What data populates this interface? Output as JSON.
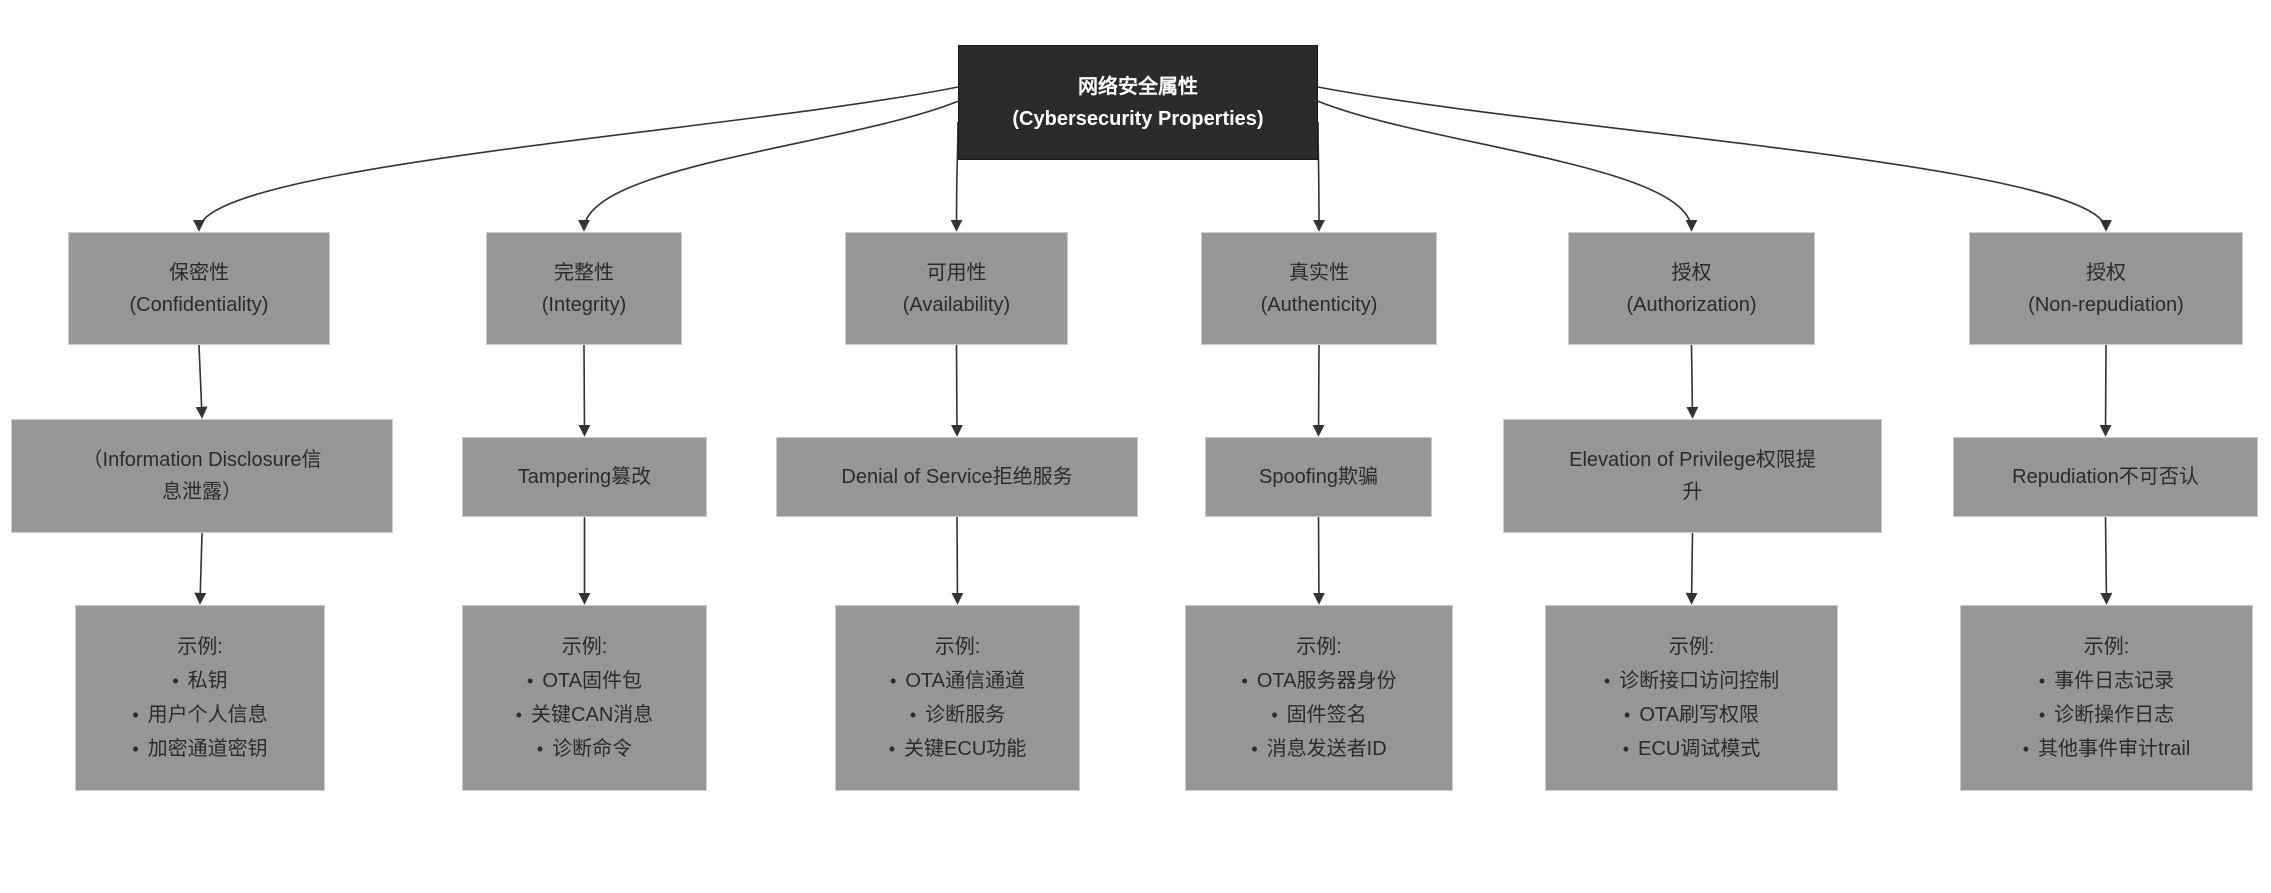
{
  "root": {
    "line1": "网络安全属性",
    "line2": "(Cybersecurity Properties)"
  },
  "examples_label": "示例:",
  "bullet": "•",
  "colors": {
    "root_fill": "#2b2b2b",
    "root_border": "#1a1a1a",
    "root_text": "#ffffff",
    "node_fill": "#969696",
    "node_border": "#cccccc",
    "node_text": "#2b2b2b",
    "edge": "#333333",
    "background": "#ffffff"
  },
  "columns": [
    {
      "property_zh": "保密性",
      "property_en": "(Confidentiality)",
      "threat": "（Information Disclosure信息泄露）",
      "examples": [
        "私钥",
        "用户个人信息",
        "加密通道密钥"
      ]
    },
    {
      "property_zh": "完整性",
      "property_en": "(Integrity)",
      "threat": "Tampering篡改",
      "examples": [
        "OTA固件包",
        "关键CAN消息",
        "诊断命令"
      ]
    },
    {
      "property_zh": "可用性",
      "property_en": "(Availability)",
      "threat": "Denial of Service拒绝服务",
      "examples": [
        "OTA通信通道",
        "诊断服务",
        "关键ECU功能"
      ]
    },
    {
      "property_zh": "真实性",
      "property_en": "(Authenticity)",
      "threat": "Spoofing欺骗",
      "examples": [
        "OTA服务器身份",
        "固件签名",
        "消息发送者ID"
      ]
    },
    {
      "property_zh": "授权",
      "property_en": "(Authorization)",
      "threat": "Elevation of Privilege权限提升",
      "examples": [
        "诊断接口访问控制",
        "OTA刷写权限",
        "ECU调试模式"
      ]
    },
    {
      "property_zh": "授权",
      "property_en": "(Non-repudiation)",
      "threat": "Repudiation不可否认",
      "examples": [
        "事件日志记录",
        "诊断操作日志",
        "其他事件审计trail"
      ]
    }
  ]
}
